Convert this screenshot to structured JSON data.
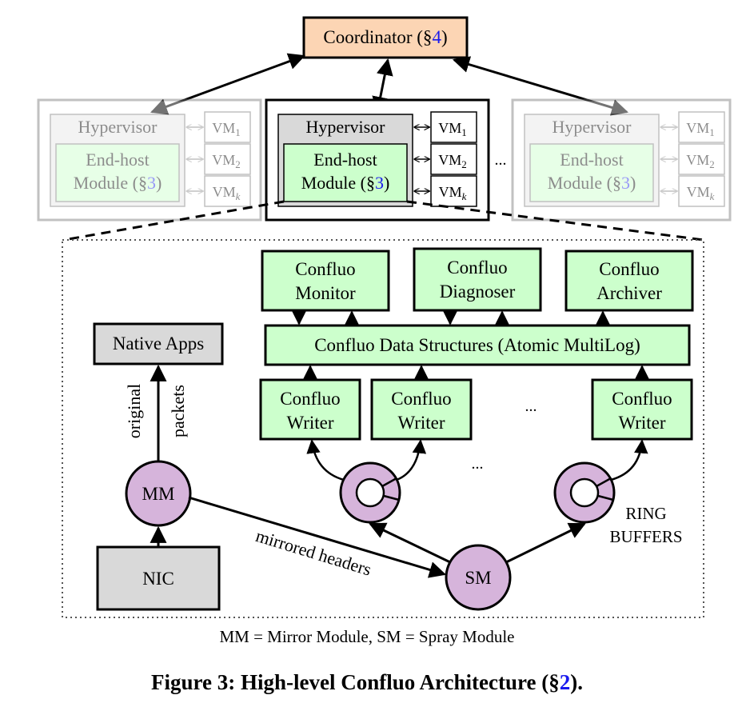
{
  "coordinator": {
    "label": "Coordinator (§",
    "ref": "4",
    "close": ")"
  },
  "hosts": {
    "hypervisor": "Hypervisor",
    "module_line1": "End-host",
    "module_line2": "Module (§",
    "module_ref": "3",
    "module_close": ")",
    "vm": "VM",
    "vm_subs": [
      "1",
      "2",
      "k"
    ],
    "ellipsis": "..."
  },
  "detail": {
    "monitor": [
      "Confluo",
      "Monitor"
    ],
    "diagnoser": [
      "Confluo",
      "Diagnoser"
    ],
    "archiver": [
      "Confluo",
      "Archiver"
    ],
    "data_structures": "Confluo Data Structures (Atomic MultiLog)",
    "writer": [
      "Confluo",
      "Writer"
    ],
    "writer_ellipsis": "...",
    "buffer_ellipsis": "...",
    "native_apps": "Native Apps",
    "original": "original",
    "packets": "packets",
    "mm": "MM",
    "nic": "NIC",
    "mirrored_headers": "mirrored headers",
    "sm": "SM",
    "ring_buffers": [
      "RING",
      "BUFFERS"
    ]
  },
  "legend": "MM = Mirror Module, SM = Spray Module",
  "caption": {
    "prefix": "Figure 3: High-level Confluo Architecture (§",
    "ref": "2",
    "suffix": ")."
  },
  "colors": {
    "coordinator": "#fcd5b4",
    "green": "#ccffcc",
    "purple": "#d6b4db",
    "gray": "#d9d9d9",
    "link": "#1a1aee"
  }
}
